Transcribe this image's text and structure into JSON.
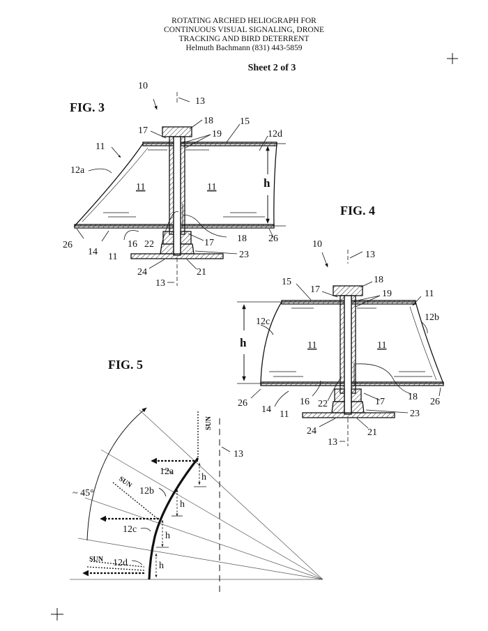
{
  "header": {
    "title_lines": [
      "ROTATING ARCHED HELIOGRAPH FOR",
      "CONTINUOUS VISUAL SIGNALING, DRONE",
      "TRACKING AND BIRD DETERRENT"
    ],
    "author_line": "Helmuth Bachmann  (831) 443-5859",
    "sheet": "Sheet 2 of 3"
  },
  "figures": {
    "fig3_title": "FIG. 3",
    "fig4_title": "FIG. 4",
    "fig5_title": "FIG. 5"
  },
  "fig3": {
    "l10": "10",
    "l13_top": "13",
    "l18": "18",
    "l15": "15",
    "l17_top": "17",
    "l19": "19",
    "l12d": "12d",
    "l11_top": "11",
    "l12a": "12a",
    "l11_left": "11",
    "l11_right": "11",
    "lh": "h",
    "l26_left": "26",
    "l14": "14",
    "l16": "16",
    "l22": "22",
    "l17_bot": "17",
    "l18_bot": "18",
    "l26_right": "26",
    "l11_bot": "11",
    "l23": "23",
    "l24": "24",
    "l21": "21",
    "l13_bot": "13"
  },
  "fig4": {
    "l10": "10",
    "l13_top": "13",
    "l18": "18",
    "l15": "15",
    "l17_top": "17",
    "l19": "19",
    "l11_top": "11",
    "l12b": "12b",
    "l12c": "12c",
    "l11_left": "11",
    "l11_right": "11",
    "lh": "h",
    "l26_left": "26",
    "l14": "14",
    "l16": "16",
    "l22": "22",
    "l17_bot": "17",
    "l18_bot": "18",
    "l26_right": "26",
    "l11_bot": "11",
    "l23": "23",
    "l24": "24",
    "l21": "21",
    "l13_bot": "13"
  },
  "fig5": {
    "sun_top": "SUN",
    "sun_mid": "SUN",
    "sun_bot": "SUN",
    "l13": "13",
    "l12a": "12a",
    "l12b": "12b",
    "l12c": "12c",
    "l12d": "12d",
    "h1": "h",
    "h2": "h",
    "h3": "h",
    "h4": "h",
    "angle": "~ 45°"
  }
}
